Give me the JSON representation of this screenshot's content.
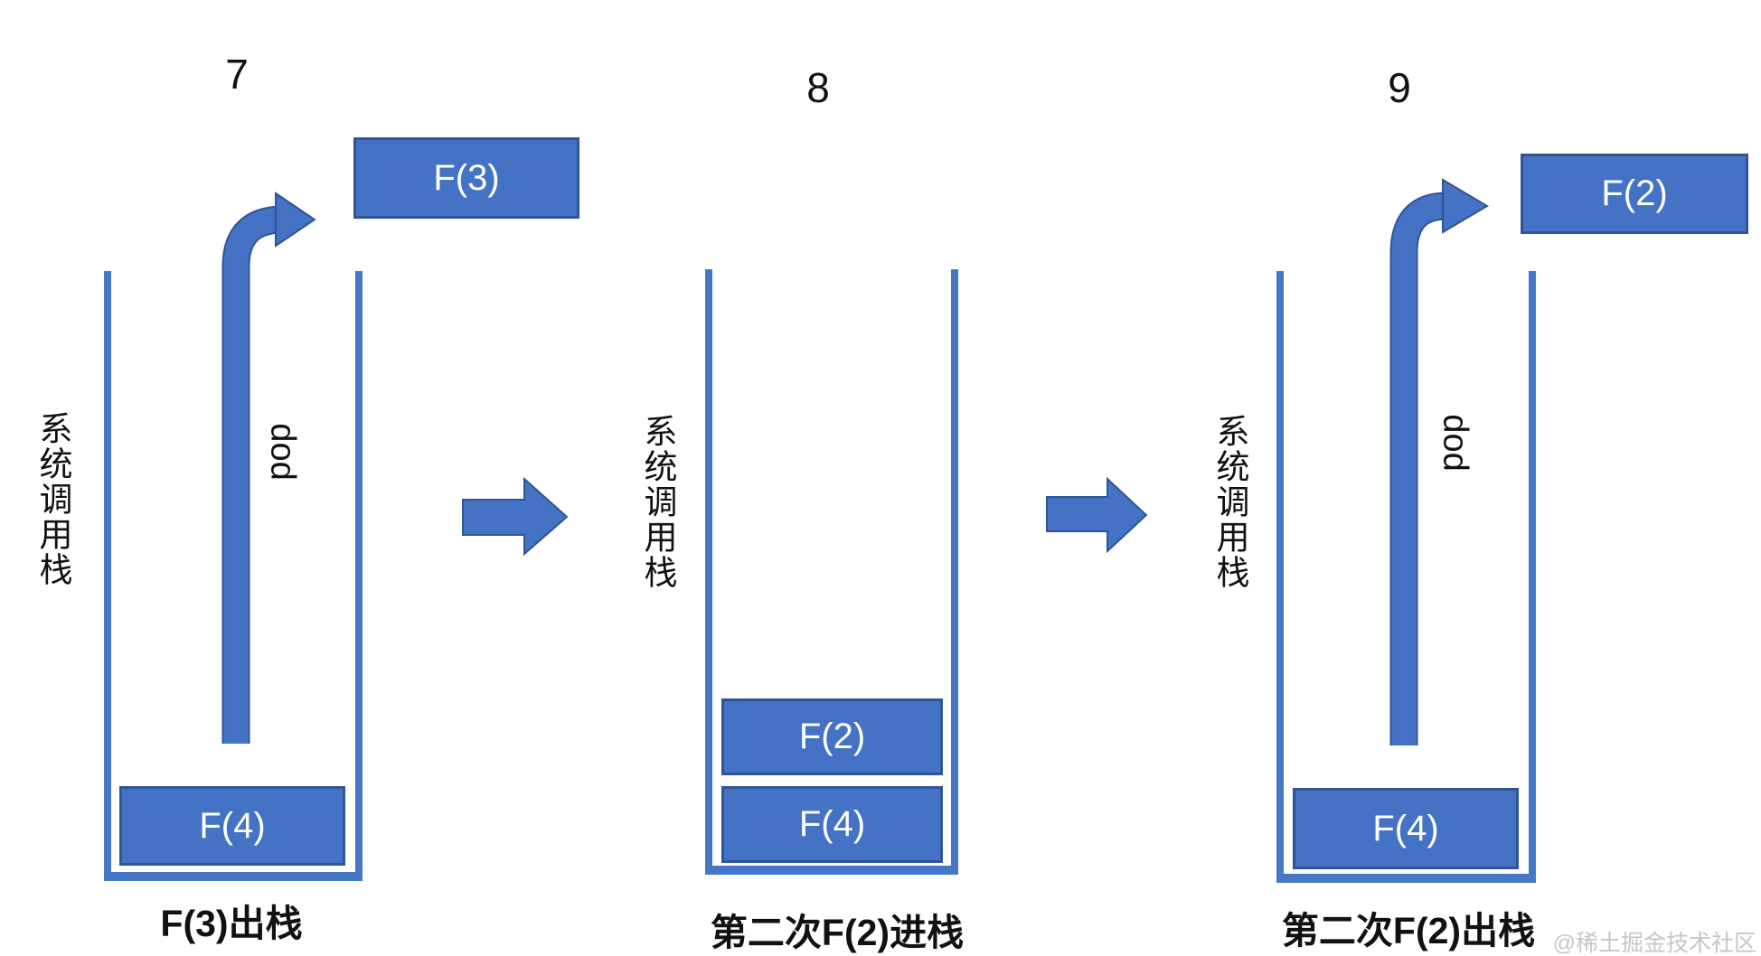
{
  "colors": {
    "shape_fill": "#4472c4",
    "shape_border": "#2f5597",
    "stack_wall": "#4677c6",
    "label_text": "#111111",
    "box_text": "#ffffff",
    "watermark_text": "#c6c6c6"
  },
  "panels": [
    {
      "step_number": "7",
      "stack_label": "系统调用栈",
      "pop_label": "pop",
      "popped_box_label": "F(3)",
      "stack_box_labels": [
        "F(4)"
      ],
      "caption": "F(3)出栈"
    },
    {
      "step_number": "8",
      "stack_label": "系统调用栈",
      "stack_box_labels": [
        "F(2)",
        "F(4)"
      ],
      "caption": "第二次F(2)进栈"
    },
    {
      "step_number": "9",
      "stack_label": "系统调用栈",
      "pop_label": "pop",
      "popped_box_label": "F(2)",
      "stack_box_labels": [
        "F(4)"
      ],
      "caption": "第二次F(2)出栈"
    }
  ],
  "watermark": {
    "text": "@稀土掘金技术社区"
  }
}
